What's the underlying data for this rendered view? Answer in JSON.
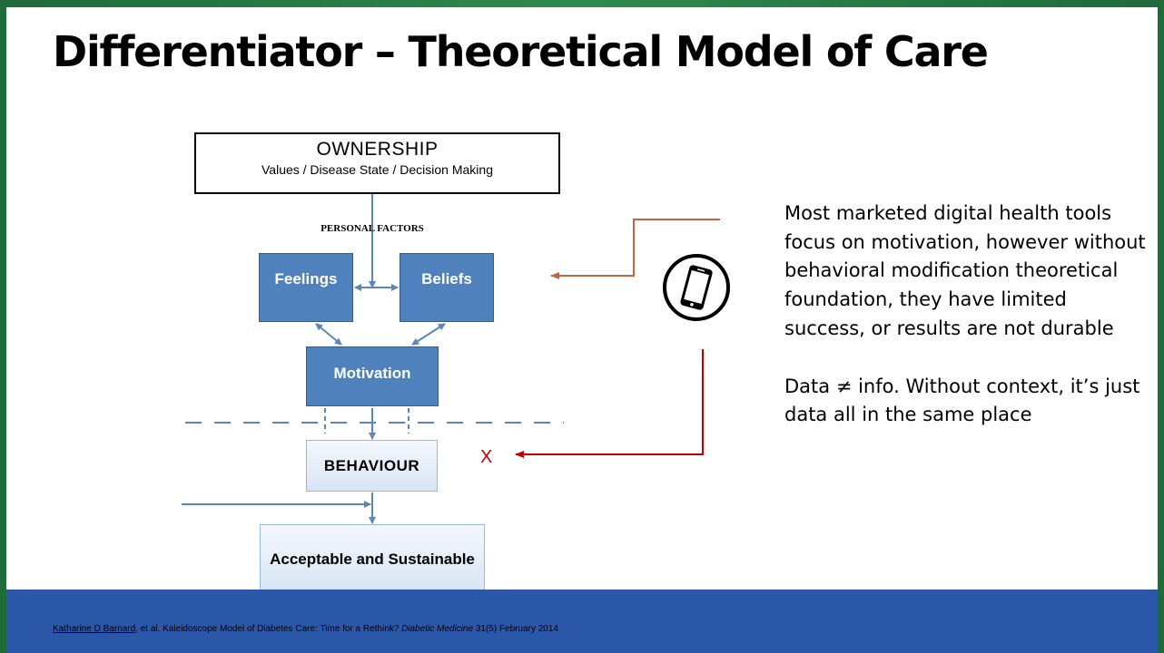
{
  "slide": {
    "title": "Differentiator – Theoretical Model of Care"
  },
  "diagram": {
    "ownership": {
      "title": "OWNERSHIP",
      "subtitle": "Values / Disease State / Decision Making"
    },
    "personal_factors_label": "PERSONAL FACTORS",
    "nodes": {
      "feelings": "Feelings",
      "beliefs": "Beliefs",
      "motivation": "Motivation",
      "behaviour": "BEHAVIOUR",
      "acceptable": "Acceptable and Sustainable"
    },
    "blocked_marker": "X",
    "icon": "smartphone-icon",
    "colors": {
      "node_fill": "#4f81bd",
      "connector": "#5b86b8",
      "orange_arrow": "#c8643c",
      "red_arrow": "#c00000"
    }
  },
  "text_panel": {
    "paragraph_1": "Most marketed digital health tools focus on motivation, however without behavioral modification theoretical foundation, they have limited success, or results are not durable",
    "paragraph_2": "Data ≠ info. Without context, it’s just data all in the same place"
  },
  "footer": {
    "citation_author": "Katharine D Barnard",
    "citation_mid": ", et al. Kaleidoscope Model of Diabetes Care:  Time for a Rethink?  ",
    "citation_journal": "Diabetic Medicine",
    "citation_tail": " 31(5) February 2014",
    "bar_color": "#2b57a9"
  }
}
